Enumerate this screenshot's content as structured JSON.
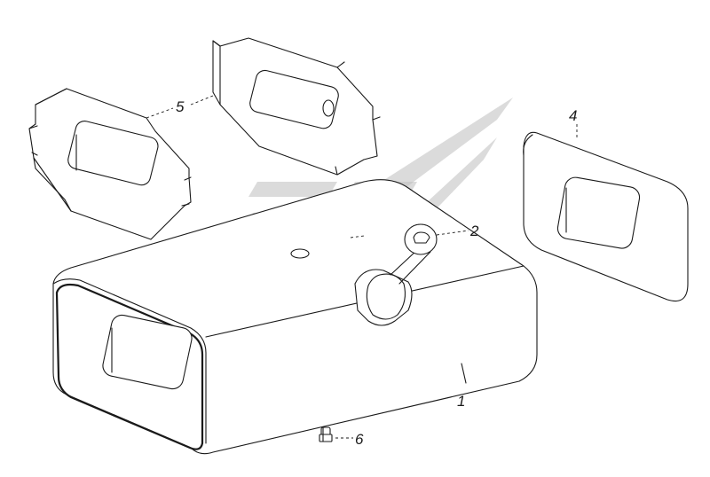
{
  "callouts": {
    "tank": "1",
    "filler_cap": "2",
    "end_pad": "4",
    "mounting_plates": "5",
    "drain_plug": "6"
  },
  "colors": {
    "line": "#1a1a1a",
    "watermark": "#bdbdbd",
    "background": "#ffffff"
  },
  "watermark_icon": "stylized-brand-logo"
}
